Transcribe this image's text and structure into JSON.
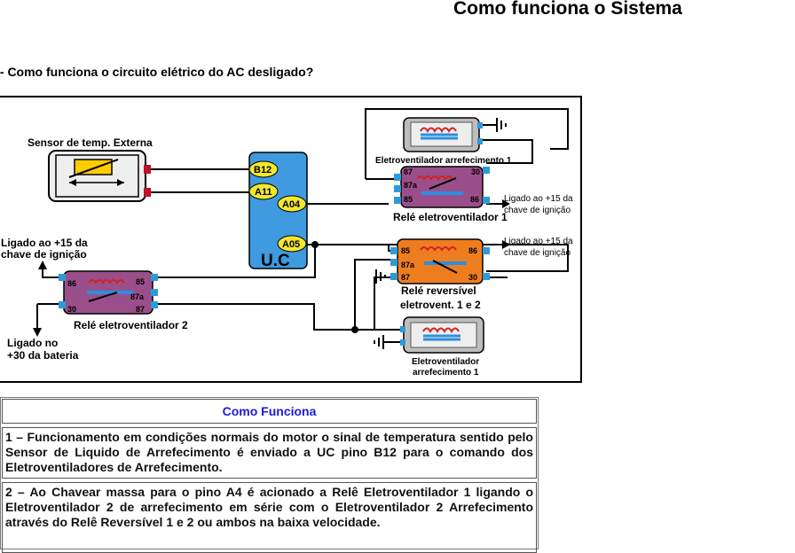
{
  "page": {
    "title": "Como funciona o Sistema",
    "question": "l- Como funciona o circuito elétrico do AC desligado?"
  },
  "diagram": {
    "sensor_label": "Sensor de temp. Externa",
    "uc_label": "U.C",
    "uc_pins": [
      "B12",
      "A11",
      "A04",
      "A05"
    ],
    "fan1_top_label": "Eletroventilador arrefecimento 1",
    "fan1_bottom_label_line1": "Eletroventilador",
    "fan1_bottom_label_line2": "arrefecimento 1",
    "relay1_label": "Relé eletroventilador 1",
    "relay1_pins": [
      "87",
      "30",
      "87a",
      "85",
      "86"
    ],
    "relay_rev_label_line1": "Relé reversível",
    "relay_rev_label_line2": "eletrovent. 1 e 2",
    "relay_rev_pins": [
      "85",
      "86",
      "87a",
      "87",
      "30"
    ],
    "relay2_label": "Relé eletroventilador 2",
    "relay2_pins": [
      "86",
      "85",
      "87a",
      "30",
      "87"
    ],
    "ignition1_line1": "Ligado ao +15 da",
    "ignition1_line2": "chave de ignição",
    "ignition2_line1": "Ligado ao +15 da",
    "ignition2_line2": "chave de ignição",
    "ignition_left_line1": "Ligado ao +15 da",
    "ignition_left_line2": "chave de ignição",
    "battery_line1": "Ligado no",
    "battery_line2": "+30 da bateria"
  },
  "panel": {
    "header": "Como Funciona",
    "steps": [
      "1 – Funcionamento em condições normais do motor o sinal de temperatura sentido pelo Sensor de Liquido de Arrefecimento é enviado a UC pino B12 para o comando dos Eletroventiladores de Arrefecimento.",
      "2 – Ao Chavear massa para o pino A4 é acionado a Relê Eletroventilador 1 ligando o Eletroventilador 2 de arrefecimento em série com o Eletroventilador 2 Arrefecimento através do Relê Reversível 1 e 2 ou ambos na baixa velocidade."
    ]
  },
  "colors": {
    "header_blue": "#1a1adc",
    "uc_blue": "#3f9adf",
    "pin_yellow": "#f2e631",
    "relay_purple": "#9b4f8a",
    "relay_orange": "#ee7d20",
    "connector_red": "#c0102a",
    "connector_blue": "#2d9bd6",
    "coil_red": "#d42020",
    "contact_blue": "#2a8fe0",
    "fan_gray": "#bdbdbd"
  }
}
